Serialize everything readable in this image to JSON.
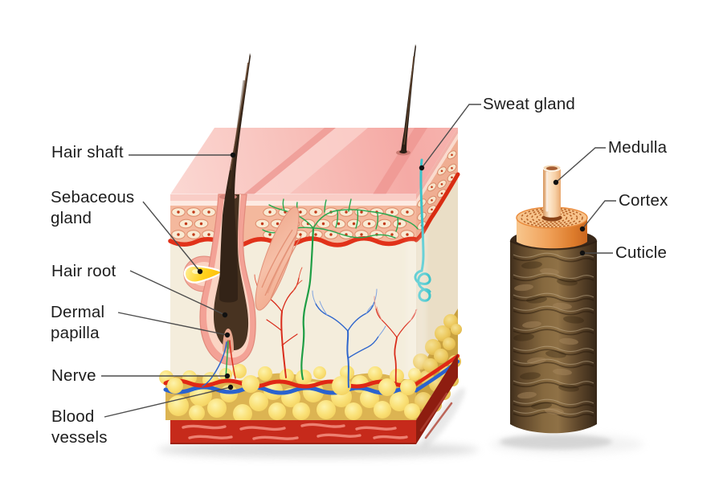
{
  "diagram": {
    "name": "Skin cross-section and hair shaft anatomy",
    "labels": {
      "hair_shaft": "Hair shaft",
      "sebaceous_gland": "Sebaceous gland",
      "hair_root": "Hair root",
      "dermal_papilla": "Dermal papilla",
      "nerve": "Nerve",
      "blood_vessels": "Blood vessels",
      "sweat_gland": "Sweat gland",
      "medulla": "Medulla",
      "cortex": "Cortex",
      "cuticle": "Cuticle"
    },
    "colors": {
      "background": "#ffffff",
      "label_text": "#1d1d1d",
      "leader_line": "#4d4d4d",
      "leader_dot": "#111111",
      "skin_surface_pink": "#f7b7b2",
      "epidermis_band": "#f9cdc6",
      "epidermis_cells_bg": "#f4b89d",
      "cell_fill": "#f9ead3",
      "cell_nucleus": "#c23a18",
      "basement_membrane": "#e1321a",
      "dermis": "#f4eddc",
      "fat_yellow": "#fae178",
      "muscle_red": "#c62a1b",
      "hair_brown": "#332317",
      "follicle_sheath_pink": "#f3a296",
      "sebum_yellow": "#ffd21e",
      "nerve_green": "#27a84e",
      "artery_red": "#e02815",
      "vein_blue": "#2a63cf",
      "sweat_duct_teal": "#3cc3ca",
      "cortex_orange": "#f0a159",
      "medulla_cream": "#fde7cb",
      "cuticle_brown": "#86693f"
    }
  }
}
